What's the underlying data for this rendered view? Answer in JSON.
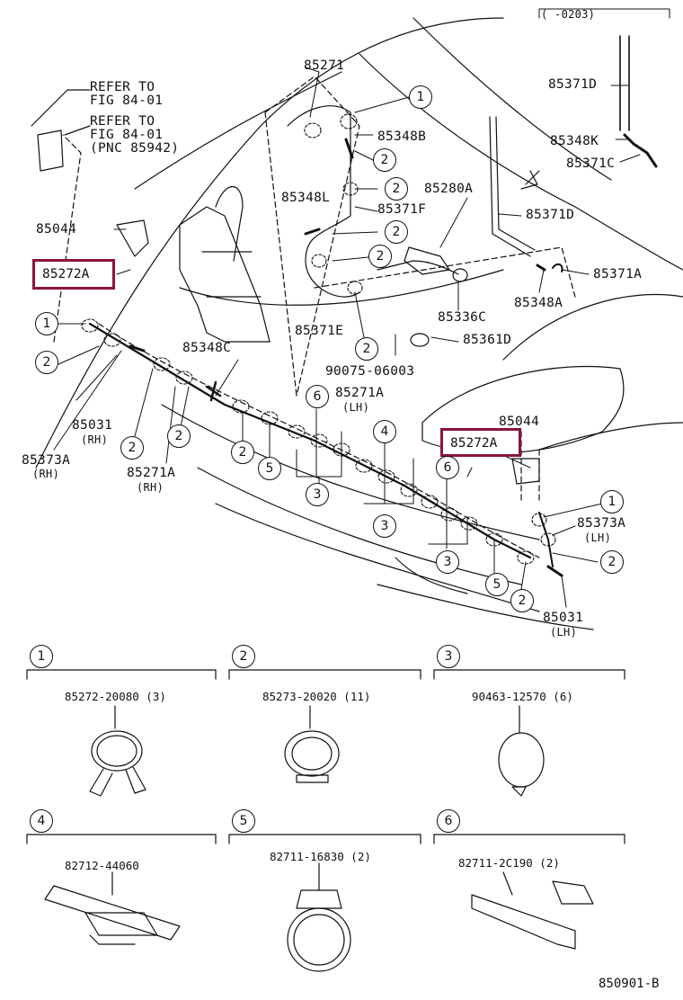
{
  "labels": {
    "refer1": "REFER TO\nFIG 84-01",
    "refer2": "REFER TO\nFIG 84-01\n(PNC 85942)",
    "p85271": "85271",
    "p85348B": "85348B",
    "p85280A": "85280A",
    "p85348L": "85348L",
    "p85371F": "85371F",
    "p85044_left": "85044",
    "p85272A_left": "85272A",
    "p85371E": "85371E",
    "p85336C": "85336C",
    "p85361D": "85361D",
    "p85348C": "85348C",
    "p90075": "90075-06003",
    "p85271A_mid": "85271A",
    "lh1": "(LH)",
    "p85044_right": "85044",
    "p85272A_right": "85272A",
    "p85031_rh": "85031",
    "rh1": "(RH)",
    "p85373A_rh": "85373A",
    "rh2": "(RH)",
    "p85271A_rh": "85271A",
    "rh3": "(RH)",
    "p85373A_lh": "85373A",
    "lh2": "(LH)",
    "p85031_lh": "85031",
    "lh3": "(LH)",
    "p85371D_top": "85371D",
    "p85348K": "85348K",
    "p85371C": "85371C",
    "p85371D_mid": "85371D",
    "p85371A": "85371A",
    "p85348A": "85348A",
    "range": "(    -0203)"
  },
  "callouts": [
    "1",
    "2",
    "3",
    "4",
    "5",
    "6"
  ],
  "legend": [
    {
      "num": "1",
      "part": "85272-20080 (3)"
    },
    {
      "num": "2",
      "part": "85273-20020 (11)"
    },
    {
      "num": "3",
      "part": "90463-12570 (6)"
    },
    {
      "num": "4",
      "part": "82712-44060"
    },
    {
      "num": "5",
      "part": "82711-16830 (2)"
    },
    {
      "num": "6",
      "part": "82711-2C190 (2)"
    }
  ],
  "footer": "850901-B",
  "highlight_color": "#8a1538"
}
